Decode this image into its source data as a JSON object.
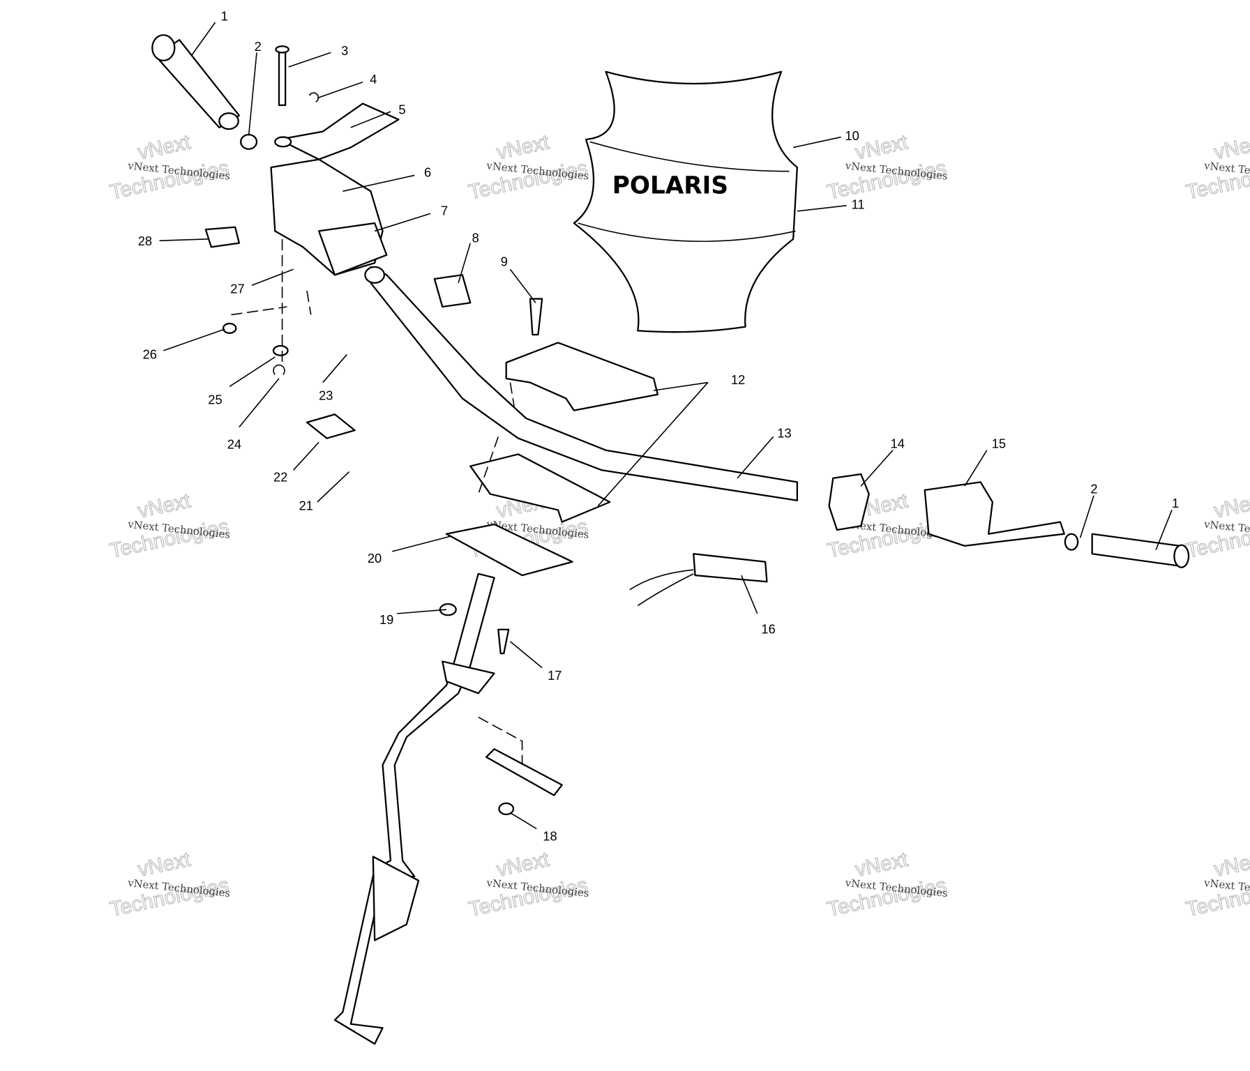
{
  "diagram": {
    "title": "Handlebar / Steering exploded parts diagram",
    "logo_text": "POLARIS",
    "watermark": {
      "line1": "vNext Technologies",
      "line2": "vNext",
      "line3": "Technologies"
    },
    "callouts": [
      {
        "id": "c1a",
        "text": "1"
      },
      {
        "id": "c2a",
        "text": "2"
      },
      {
        "id": "c3",
        "text": "3"
      },
      {
        "id": "c4",
        "text": "4"
      },
      {
        "id": "c5",
        "text": "5"
      },
      {
        "id": "c6",
        "text": "6"
      },
      {
        "id": "c7",
        "text": "7"
      },
      {
        "id": "c8",
        "text": "8"
      },
      {
        "id": "c9",
        "text": "9"
      },
      {
        "id": "c10",
        "text": "10"
      },
      {
        "id": "c11",
        "text": "11"
      },
      {
        "id": "c12",
        "text": "12"
      },
      {
        "id": "c13",
        "text": "13"
      },
      {
        "id": "c14",
        "text": "14"
      },
      {
        "id": "c15",
        "text": "15"
      },
      {
        "id": "c2b",
        "text": "2"
      },
      {
        "id": "c1b",
        "text": "1"
      },
      {
        "id": "c16",
        "text": "16"
      },
      {
        "id": "c17",
        "text": "17"
      },
      {
        "id": "c18",
        "text": "18"
      },
      {
        "id": "c19",
        "text": "19"
      },
      {
        "id": "c20",
        "text": "20"
      },
      {
        "id": "c21",
        "text": "21"
      },
      {
        "id": "c22",
        "text": "22"
      },
      {
        "id": "c23",
        "text": "23"
      },
      {
        "id": "c24",
        "text": "24"
      },
      {
        "id": "c25",
        "text": "25"
      },
      {
        "id": "c26",
        "text": "26"
      },
      {
        "id": "c27",
        "text": "27"
      },
      {
        "id": "c28",
        "text": "28"
      }
    ]
  }
}
